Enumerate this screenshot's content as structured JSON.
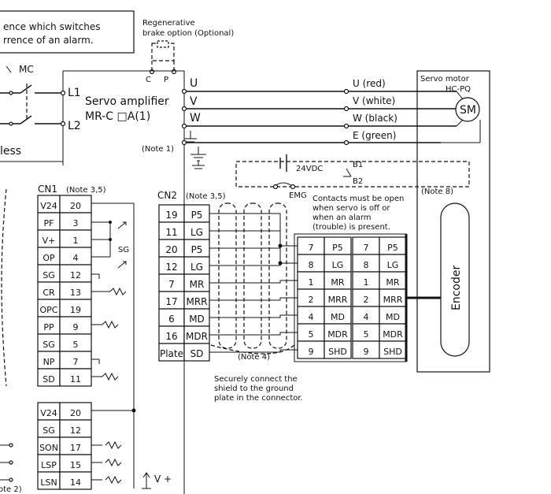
{
  "note_box": {
    "lines": [
      "ence which switches",
      "rrence of an alarm."
    ]
  },
  "regen_label": [
    "Regenerative",
    "brake option (Optional)"
  ],
  "regen_terminals": [
    "C",
    "P"
  ],
  "mc_label": "MC",
  "supply_terminals": [
    "L1",
    "L2"
  ],
  "left_fragment": "less",
  "amplifier": {
    "line1": "Servo amplifier",
    "line2": "MR-C □A(1)"
  },
  "motor_terminals": [
    "U",
    "V",
    "W"
  ],
  "motor_wires": [
    "U (red)",
    "V (white)",
    "W (black)",
    "E (green)"
  ],
  "servo_motor": {
    "label": "Servo motor",
    "model": "HC-PQ",
    "symbol": "SM"
  },
  "note1": "(Note 1)",
  "brake": {
    "supply": "24VDC",
    "b1": "B1",
    "b2": "B2",
    "emg": "EMG",
    "note": "(Note 8)"
  },
  "contacts_note": [
    "Contacts must be open",
    "when servo is off or",
    "when an alarm",
    "(trouble) is present."
  ],
  "cn1": {
    "title": "CN1",
    "note": "(Note 3,5)",
    "rows": [
      {
        "sig": "V24",
        "pin": "20"
      },
      {
        "sig": "PF",
        "pin": "3"
      },
      {
        "sig": "V+",
        "pin": "1"
      },
      {
        "sig": "OP",
        "pin": "4"
      },
      {
        "sig": "SG",
        "pin": "12"
      },
      {
        "sig": "CR",
        "pin": "13"
      },
      {
        "sig": "OPC",
        "pin": "19"
      },
      {
        "sig": "PP",
        "pin": "9"
      },
      {
        "sig": "SG",
        "pin": "5"
      },
      {
        "sig": "NP",
        "pin": "7"
      },
      {
        "sig": "SD",
        "pin": "11"
      }
    ],
    "rows2": [
      {
        "sig": "V24",
        "pin": "20"
      },
      {
        "sig": "SG",
        "pin": "12"
      },
      {
        "sig": "SON",
        "pin": "17"
      },
      {
        "sig": "LSP",
        "pin": "15"
      },
      {
        "sig": "LSN",
        "pin": "14"
      }
    ],
    "sg_label": "SG",
    "bottom_note": "ote 2)",
    "vplus": "V +"
  },
  "cn2": {
    "title": "CN2",
    "note": "(Note 3,5)",
    "rows": [
      {
        "pin": "19",
        "sig": "P5"
      },
      {
        "pin": "11",
        "sig": "LG"
      },
      {
        "pin": "20",
        "sig": "P5"
      },
      {
        "pin": "12",
        "sig": "LG"
      },
      {
        "pin": "7",
        "sig": "MR"
      },
      {
        "pin": "17",
        "sig": "MRR"
      },
      {
        "pin": "6",
        "sig": "MD"
      },
      {
        "pin": "16",
        "sig": "MDR"
      },
      {
        "pin": "Plate",
        "sig": "SD"
      }
    ],
    "note4": "(Note 4)"
  },
  "encoder_conn_left": [
    {
      "pin": "7",
      "sig": "P5"
    },
    {
      "pin": "8",
      "sig": "LG"
    },
    {
      "pin": "1",
      "sig": "MR"
    },
    {
      "pin": "2",
      "sig": "MRR"
    },
    {
      "pin": "4",
      "sig": "MD"
    },
    {
      "pin": "5",
      "sig": "MDR"
    },
    {
      "pin": "9",
      "sig": "SHD"
    }
  ],
  "encoder_conn_right": [
    {
      "pin": "7",
      "sig": "P5"
    },
    {
      "pin": "8",
      "sig": "LG"
    },
    {
      "pin": "1",
      "sig": "MR"
    },
    {
      "pin": "2",
      "sig": "MRR"
    },
    {
      "pin": "4",
      "sig": "MD"
    },
    {
      "pin": "5",
      "sig": "MDR"
    },
    {
      "pin": "9",
      "sig": "SHD"
    }
  ],
  "encoder_label": "Encoder",
  "shield_note": [
    "Securely connect the",
    "shield to the ground",
    "plate in the connector."
  ]
}
